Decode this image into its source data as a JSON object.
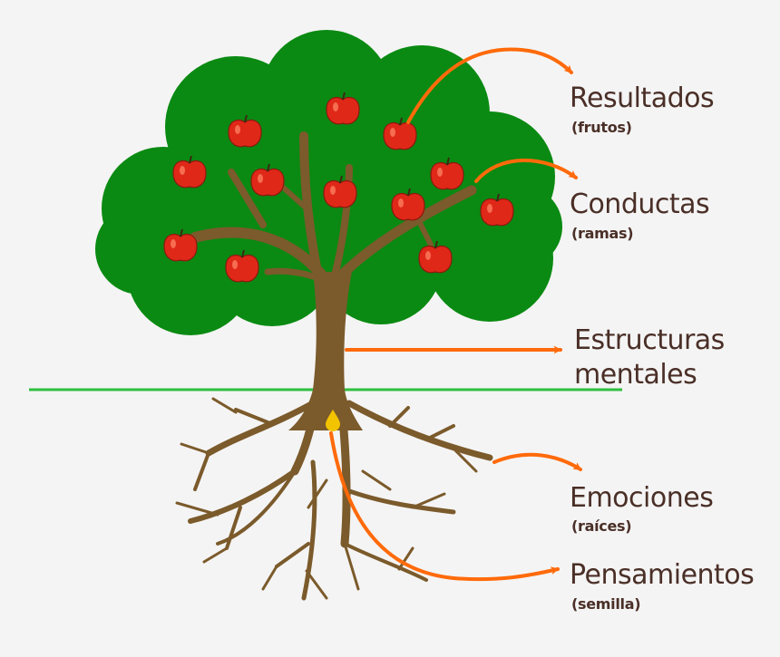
{
  "labels": {
    "resultados": {
      "title": "Resultados",
      "note": "(frutos)"
    },
    "conductas": {
      "title": "Conductas",
      "note": "(ramas)"
    },
    "estructuras": {
      "line1": "Estructuras",
      "line2": "mentales"
    },
    "emociones": {
      "title": "Emociones",
      "note": "(raíces)"
    },
    "pensamientos": {
      "title": "Pensamientos",
      "note": "(semilla)"
    }
  },
  "colors": {
    "background": "#f4f4f4",
    "foliage": "#0a8a12",
    "trunk": "#7b5a2b",
    "apple": "#e02818",
    "arrow": "#ff6a0a",
    "ground_line": "#2fbf3f",
    "seed": "#f2c400",
    "text": "#4a2f27"
  }
}
